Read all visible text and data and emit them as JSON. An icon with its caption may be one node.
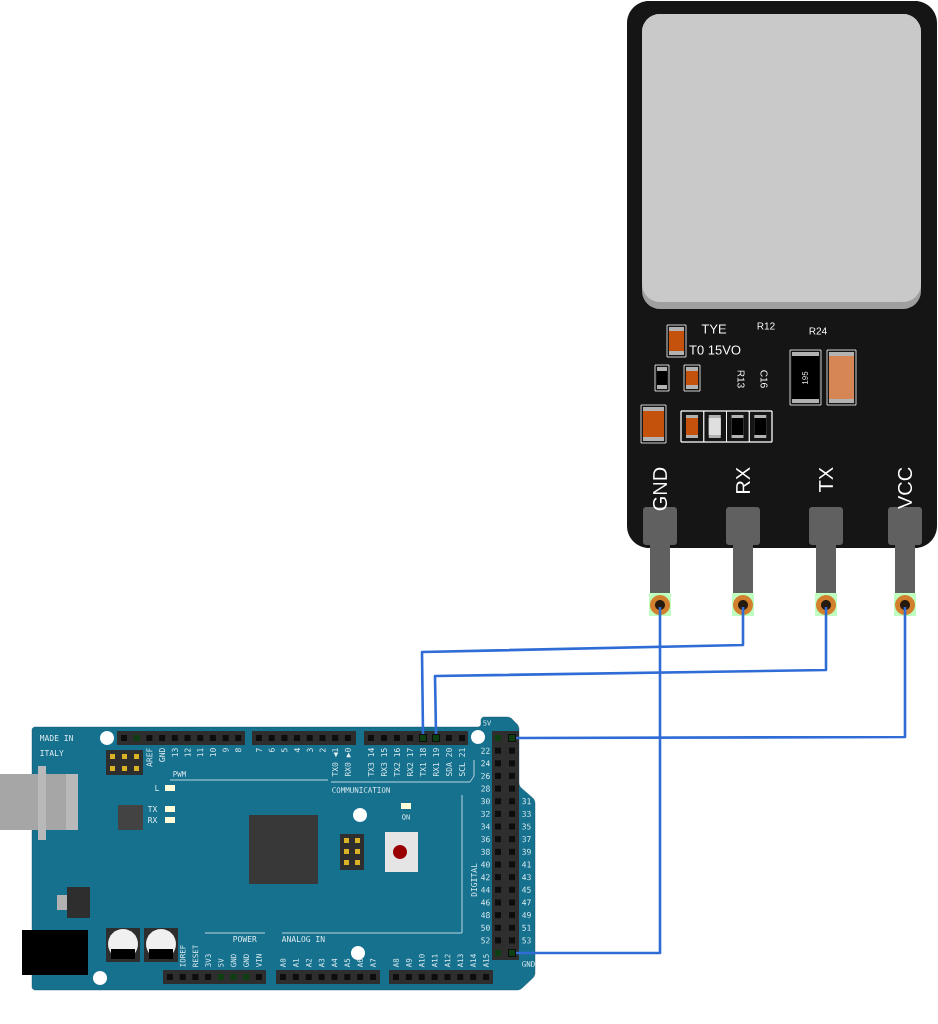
{
  "diagram": {
    "nodes": [
      {
        "text": [],
        "shape": "picture"
      },
      {
        "text": [
          "GND"
        ]
      },
      {
        "text": [
          "RX"
        ]
      },
      {
        "text": [
          "TX"
        ]
      },
      {
        "text": [
          "VCC"
        ]
      },
      {
        "text": [],
        "shape": "picture"
      },
      {
        "text": [],
        "shape": "box",
        "in": 5
      },
      {
        "text": [],
        "shape": "box",
        "in": 5
      },
      {
        "text": [],
        "shape": "box",
        "in": 5
      },
      {
        "text": [],
        "shape": "box",
        "in": 5
      }
    ],
    "edges": [
      {
        "from": 1,
        "to": 9,
        "arrow": "none"
      },
      {
        "from": 2,
        "to": 6,
        "arrow": "none"
      },
      {
        "from": 3,
        "to": 7,
        "arrow": "none"
      },
      {
        "from": 4,
        "to": 8,
        "arrow": "none"
      }
    ],
    "labels": [
      "TYE",
      "R12",
      "R24",
      "T0 15VO",
      "R13",
      "C16",
      "195",
      "MADE IN",
      "ITALY",
      "AREF",
      "GND",
      "13",
      "12",
      "11",
      "10",
      "9",
      "8",
      "7",
      "6",
      "5",
      "4",
      "3",
      "2",
      "TX0 ◀1",
      "RX0 ▶0",
      "TX3 14",
      "RX3 15",
      "TX2 16",
      "RX2 17",
      "TX1 18",
      "RX1 19",
      "SDA 20",
      "SCL 21",
      "PWM",
      "L",
      "TX",
      "RX",
      "COMMUNICATION",
      "ON",
      "5V",
      "22",
      "24",
      "26",
      "28",
      "30",
      "31",
      "32",
      "33",
      "34",
      "35",
      "36",
      "37",
      "38",
      "39",
      "40",
      "41",
      "42",
      "43",
      "44",
      "45",
      "46",
      "47",
      "48",
      "49",
      "50",
      "51",
      "52",
      "53",
      "GND",
      "DIGITAL",
      "POWER",
      "ANALOG IN",
      "IOREF",
      "RESET",
      "3V3",
      "5V",
      "GND",
      "GND",
      "VIN",
      "A0",
      "A1",
      "A2",
      "A3",
      "A4",
      "A5",
      "A6",
      "A7",
      "A8",
      "A9",
      "A10",
      "A11",
      "A12",
      "A13",
      "A14",
      "A15"
    ]
  }
}
